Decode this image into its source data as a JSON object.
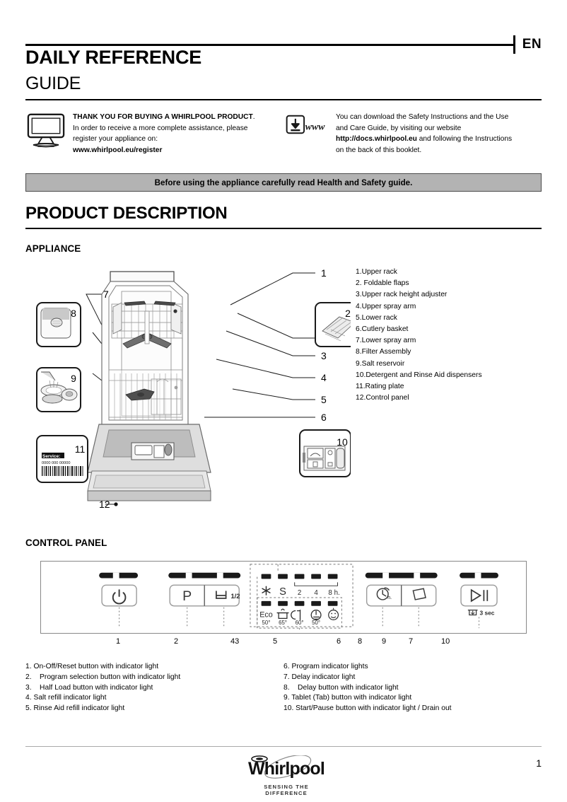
{
  "header": {
    "lang_code": "EN",
    "title_main": "DAILY REFERENCE",
    "title_sub": "GUIDE"
  },
  "intro": {
    "left": {
      "icon": "monitor-icon",
      "heading": "THANK YOU FOR BUYING A WHIRLPOOL PRODUCT",
      "heading_suffix": ".",
      "line2": "In order to receive a more complete assistance, please",
      "line3": "register your appliance on:",
      "link": "www.whirlpool.eu/register"
    },
    "right": {
      "icon": "download-www-icon",
      "line1": "You can download the Safety Instructions and the Use",
      "line2": "and Care Guide, by visiting our website",
      "link": "http://docs.whirlpool.eu",
      "line3_rest": " and following the Instructions",
      "line4": "on the back of this booklet."
    }
  },
  "warning_bar": {
    "text": "Before using the appliance carefully read Health and Safety guide.",
    "bg_color": "#b3b3b3"
  },
  "product_description": {
    "section_title": "PRODUCT DESCRIPTION",
    "appliance_subtitle": "APPLIANCE",
    "control_panel_subtitle": "CONTROL PANEL"
  },
  "appliance_parts": [
    "1.Upper rack",
    "2. Foldable flaps",
    "3.Upper rack height adjuster",
    "4.Upper spray arm",
    "5.Lower rack",
    "6.Cutlery basket",
    "7.Lower spray arm",
    "8.Filter Assembly",
    "9.Salt reservoir",
    "10.Detergent and Rinse Aid dispensers",
    "11.Rating plate",
    "12.Control panel"
  ],
  "appliance_figure": {
    "right_callouts": [
      "1",
      "3",
      "4",
      "5",
      "6"
    ],
    "left_callouts": [
      "7",
      "12"
    ],
    "inset_boxes": [
      {
        "number": "2",
        "content": "foldable-flaps-inset"
      },
      {
        "number": "8",
        "content": "filter-assembly-inset"
      },
      {
        "number": "9",
        "content": "salt-reservoir-inset"
      },
      {
        "number": "10",
        "content": "dispensers-inset"
      },
      {
        "number": "11",
        "content": "rating-plate-inset"
      }
    ],
    "rating_plate": {
      "service_label": "Service:",
      "serial": "0000 000 00000"
    }
  },
  "control_panel": {
    "buttons": [
      {
        "name": "on-off-reset",
        "glyph": "power-icon"
      },
      {
        "name": "program-selection",
        "glyph": "P"
      },
      {
        "name": "half-load",
        "glyph": "half-load-icon",
        "sub": "1/2"
      },
      {
        "name": "delay",
        "glyph": "delay-clock-icon",
        "sub": "h."
      },
      {
        "name": "tablet-tab",
        "glyph": "tablet-icon"
      },
      {
        "name": "start-pause",
        "glyph": "play-pause-icon",
        "sub": "3 sec"
      }
    ],
    "drain_out_label": "3 sec",
    "top_indicator_labels": [
      "✳",
      "S",
      "2",
      "4",
      "8 h."
    ],
    "delay_scale": [
      "2",
      "4",
      "8 h."
    ],
    "programs": [
      {
        "name": "Eco",
        "temp": "50°"
      },
      {
        "name": "pot-icon",
        "temp": "65°"
      },
      {
        "name": "glass-icon",
        "temp": "60°"
      },
      {
        "name": "rapid-icon",
        "temp": "50°"
      },
      {
        "name": "smiley-icon",
        "temp": ""
      }
    ],
    "program_text_labels": [
      "Eco",
      "",
      "",
      "",
      ""
    ],
    "program_temps": [
      "50°",
      "65°",
      "60°",
      "50°",
      ""
    ],
    "callout_numbers": [
      "1",
      "2",
      "43",
      "5",
      "6",
      "8",
      "9",
      "7",
      "10"
    ],
    "legend_left": [
      "1. On-Off/Reset button with indicator light",
      "2.    Program selection button with indicator light",
      "3.    Half Load button with indicator light",
      "4. Salt refill indicator light",
      "5. Rinse Aid refill indicator light"
    ],
    "legend_right": [
      "6. Program indicator lights",
      "7. Delay indicator light",
      "8.    Delay button with indicator light",
      "9. Tablet (Tab) button with indicator light",
      "10. Start/Pause button with indicator light / Drain out"
    ]
  },
  "footer": {
    "brand": "Whirlpool",
    "tagline": "SENSING THE DIFFERENCE",
    "page_number": "1"
  }
}
